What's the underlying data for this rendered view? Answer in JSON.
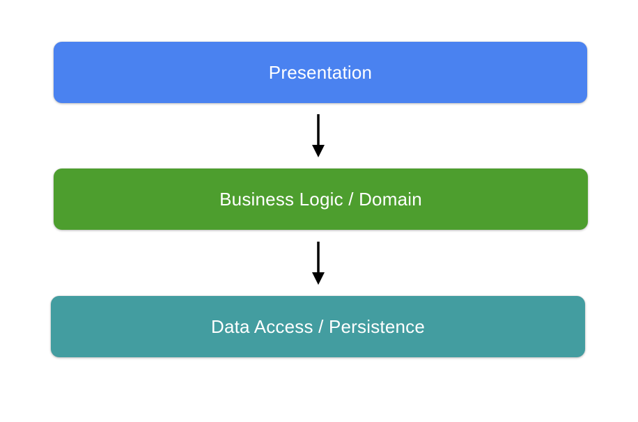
{
  "diagram": {
    "background_color": "#ffffff",
    "text_color": "#ffffff",
    "arrow_color": "#000000",
    "layers": [
      {
        "label": "Presentation",
        "color": "#4a82f0"
      },
      {
        "label": "Business Logic / Domain",
        "color": "#4d9e2e"
      },
      {
        "label": "Data Access / Persistence",
        "color": "#439da0"
      }
    ]
  }
}
